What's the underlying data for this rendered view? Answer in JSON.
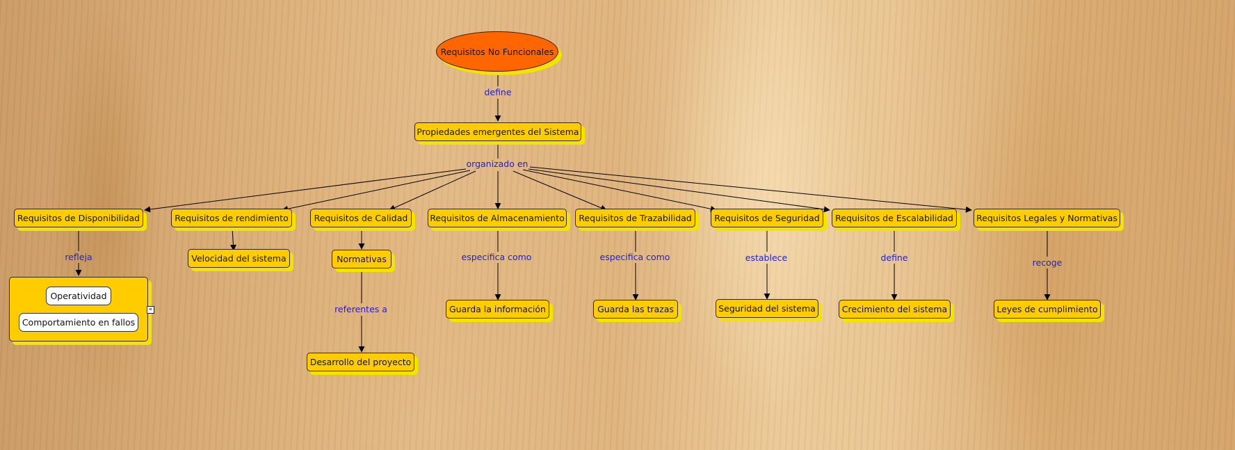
{
  "diagram": {
    "root": "Requisitos No Funcionales",
    "level1": "Propiedades emergentes del Sistema",
    "links": {
      "define_top": "define",
      "organizado": "organizado en",
      "refleja": "refleja",
      "referentes": "referentes a",
      "especifica1": "especifica como",
      "especifica2": "especifica como",
      "establece": "establece",
      "define_esc": "define",
      "recoge": "recoge"
    },
    "categories": {
      "disponibilidad": "Requisitos de Disponibilidad",
      "rendimiento": "Requisitos de rendimiento",
      "calidad": "Requisitos de Calidad",
      "almacenamiento": "Requisitos de Almacenamiento",
      "trazabilidad": "Requisitos de Trazabilidad",
      "seguridad": "Requisitos de Seguridad",
      "escalabilidad": "Requisitos de Escalabilidad",
      "legales": "Requisitos Legales y Normativas"
    },
    "leaves": {
      "operatividad": "Operatividad",
      "fallos": "Comportamiento en fallos",
      "velocidad": "Velocidad del sistema",
      "normativas": "Normativas",
      "desarrollo": "Desarrollo del proyecto",
      "guarda_info": "Guarda la información",
      "guarda_trazas": "Guarda las trazas",
      "seguridad_sistema": "Seguridad del sistema",
      "crecimiento": "Crecimiento del sistema",
      "leyes": "Leyes de cumplimiento"
    },
    "collapse_glyph": "«",
    "colors": {
      "concept_fill": "#ffcc00",
      "root_fill": "#ff6600",
      "shadow": "#f2e300",
      "link_text": "#2222cc"
    }
  }
}
